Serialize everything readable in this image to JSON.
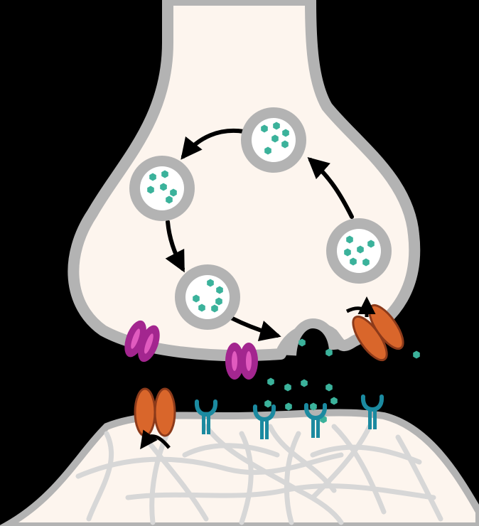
{
  "diagram": {
    "kind": "synapse",
    "colors": {
      "background": "#000000",
      "membrane": "#b3b3b3",
      "cytoplasm": "#fdf5ee",
      "vesicle_lumen": "#ffffff",
      "neurotransmitter": "#3bb29b",
      "reuptake_transporter": "#d9662b",
      "transporter_outline": "#8c3a1a",
      "calcium_channel": "#a3268f",
      "calcium_channel_highlight": "#e15bbf",
      "receptor": "#1b8aa0",
      "cytoskeleton_filament": "#d7d7d7",
      "arrow": "#000000"
    },
    "vesicle_cycle": {
      "vesicle_count": 5,
      "direction": "counter-clockwise"
    },
    "labels": []
  }
}
